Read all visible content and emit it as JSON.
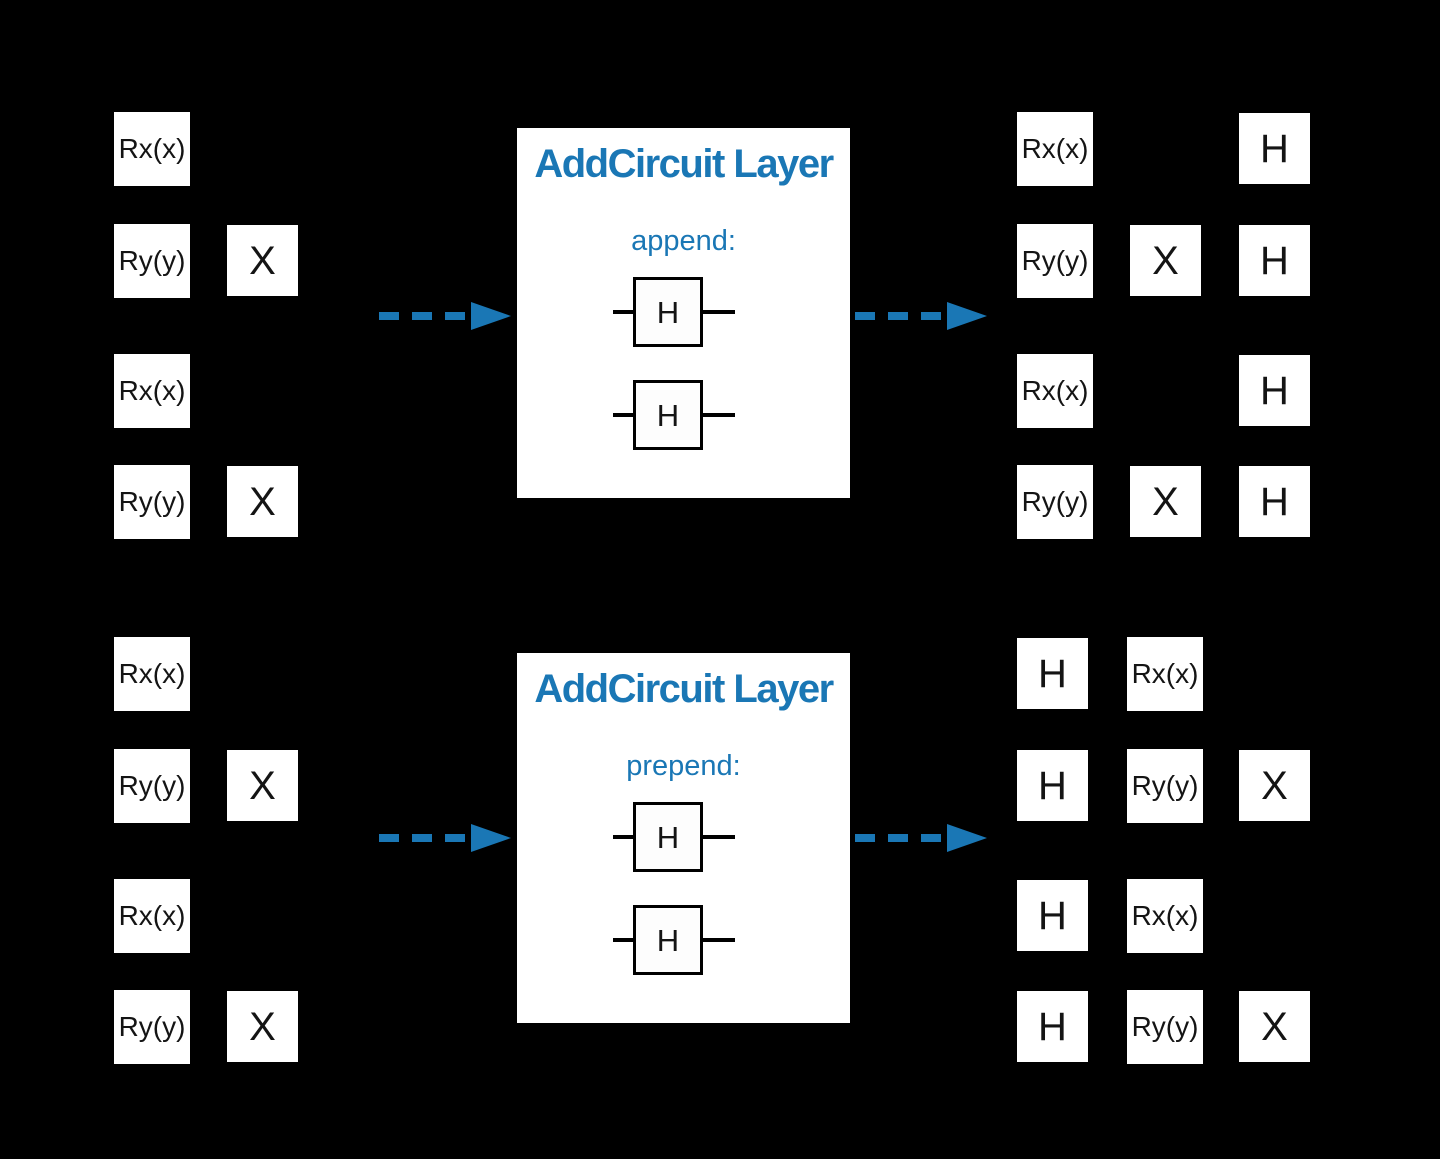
{
  "accent_color": "#1a77b5",
  "background_color": "#000000",
  "gate_fill_color": "#ffffff",
  "gate_text_color": "#141414",
  "layers": [
    {
      "name": "append",
      "title": "AddCircuit Layer",
      "mode_label": "append:",
      "inner_gates": [
        "H",
        "H"
      ],
      "input_rows": [
        [
          "Rx(x)",
          null,
          null
        ],
        [
          "Ry(y)",
          "X",
          null
        ],
        [
          "Rx(x)",
          null,
          null
        ],
        [
          "Ry(y)",
          "X",
          null
        ]
      ],
      "output_rows": [
        [
          "Rx(x)",
          null,
          "H"
        ],
        [
          "Ry(y)",
          "X",
          "H"
        ],
        [
          "Rx(x)",
          null,
          "H"
        ],
        [
          "Ry(y)",
          "X",
          "H"
        ]
      ]
    },
    {
      "name": "prepend",
      "title": "AddCircuit Layer",
      "mode_label": "prepend:",
      "inner_gates": [
        "H",
        "H"
      ],
      "input_rows": [
        [
          "Rx(x)",
          null,
          null
        ],
        [
          "Ry(y)",
          "X",
          null
        ],
        [
          "Rx(x)",
          null,
          null
        ],
        [
          "Ry(y)",
          "X",
          null
        ]
      ],
      "output_rows": [
        [
          "H",
          "Rx(x)",
          null
        ],
        [
          "H",
          "Ry(y)",
          "X"
        ],
        [
          "H",
          "Rx(x)",
          null
        ],
        [
          "H",
          "Ry(y)",
          "X"
        ]
      ]
    }
  ]
}
